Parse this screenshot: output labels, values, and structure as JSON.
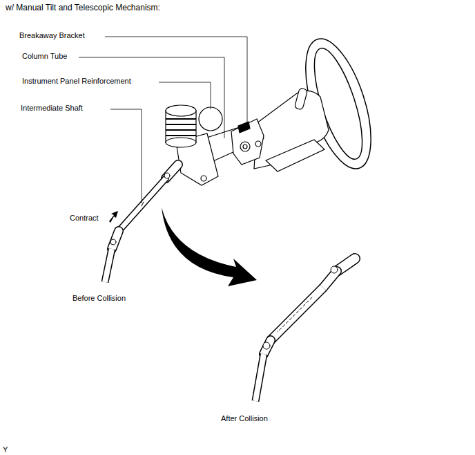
{
  "diagram": {
    "title": "w/ Manual Tilt and Telescopic Mechanism:",
    "labels": [
      "Breakaway Bracket",
      "Column Tube",
      "Instrument Panel Reinforcement",
      "Intermediate Shaft",
      "Contract",
      "Before Collision",
      "After Collision",
      "Y"
    ]
  }
}
